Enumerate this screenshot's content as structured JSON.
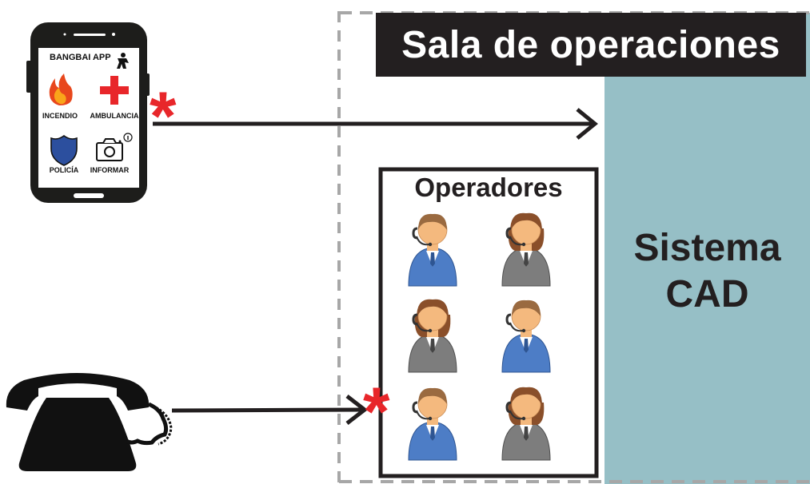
{
  "room": {
    "title": "Sala de operaciones"
  },
  "cad": {
    "line1": "Sistema",
    "line2": "CAD"
  },
  "operators": {
    "title": "Operadores"
  },
  "app": {
    "title": "BANGBAI APP",
    "buttons": [
      "INCENDIO",
      "AMBULANCIA",
      "POLICÍA",
      "INFORMAR"
    ]
  },
  "markers": {
    "symbol": "*"
  },
  "colors": {
    "cad_fill": "#96bfc6",
    "marker": "#e8262a",
    "operator_blue": "#4d7dc6",
    "operator_gray": "#7d7d7d"
  }
}
